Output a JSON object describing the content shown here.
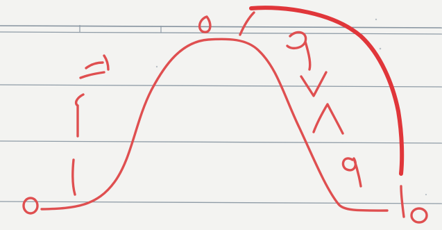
{
  "image": {
    "ink_color": "#df4f50",
    "bold_ink_color": "#e0363a",
    "rule_color": "#8e9ba6",
    "paper_color": "#f3f3f1"
  },
  "numerals": {
    "zero": "٠",
    "one": "١",
    "three": "٣",
    "four": "٤",
    "five": "٥",
    "six": "٦",
    "seven": "٧",
    "eight": "٨",
    "nine": "٩",
    "ten": "١٠"
  }
}
